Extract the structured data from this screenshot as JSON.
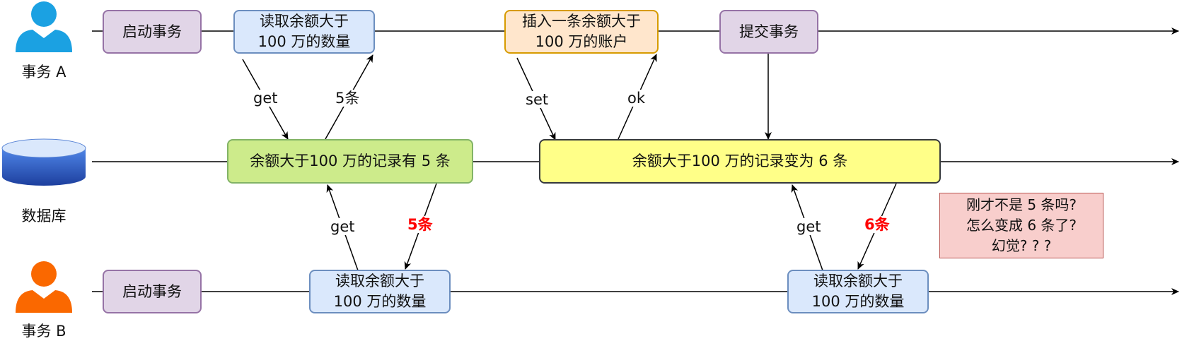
{
  "lanes": {
    "a": {
      "label": "事务 A"
    },
    "db": {
      "label": "数据库"
    },
    "b": {
      "label": "事务 B"
    }
  },
  "boxes": {
    "a_start": "启动事务",
    "a_read": "读取余额大于\n100 万的数量",
    "a_insert": "插入一条余额大于\n100 万的账户",
    "a_commit": "提交事务",
    "db_state1": "余额大于100 万的记录有 5 条",
    "db_state2": "余额大于100 万的记录变为 6 条",
    "b_start": "启动事务",
    "b_read1": "读取余额大于\n100 万的数量",
    "b_read2": "读取余额大于\n100 万的数量"
  },
  "edge_labels": {
    "a_get": "get",
    "a_result": "5条",
    "a_set": "set",
    "a_ok": "ok",
    "b_get1": "get",
    "b_result1": "5条",
    "b_get2": "get",
    "b_result2": "6条"
  },
  "note": "刚才不是 5 条吗?\n怎么变成 6 条了?\n幻觉? ? ?",
  "colors": {
    "actor_a": "#1ba1e2",
    "actor_b": "#fa6800",
    "db_top": "#dae8fc",
    "db_body": "#2957b8",
    "highlight": "#ff0000"
  }
}
